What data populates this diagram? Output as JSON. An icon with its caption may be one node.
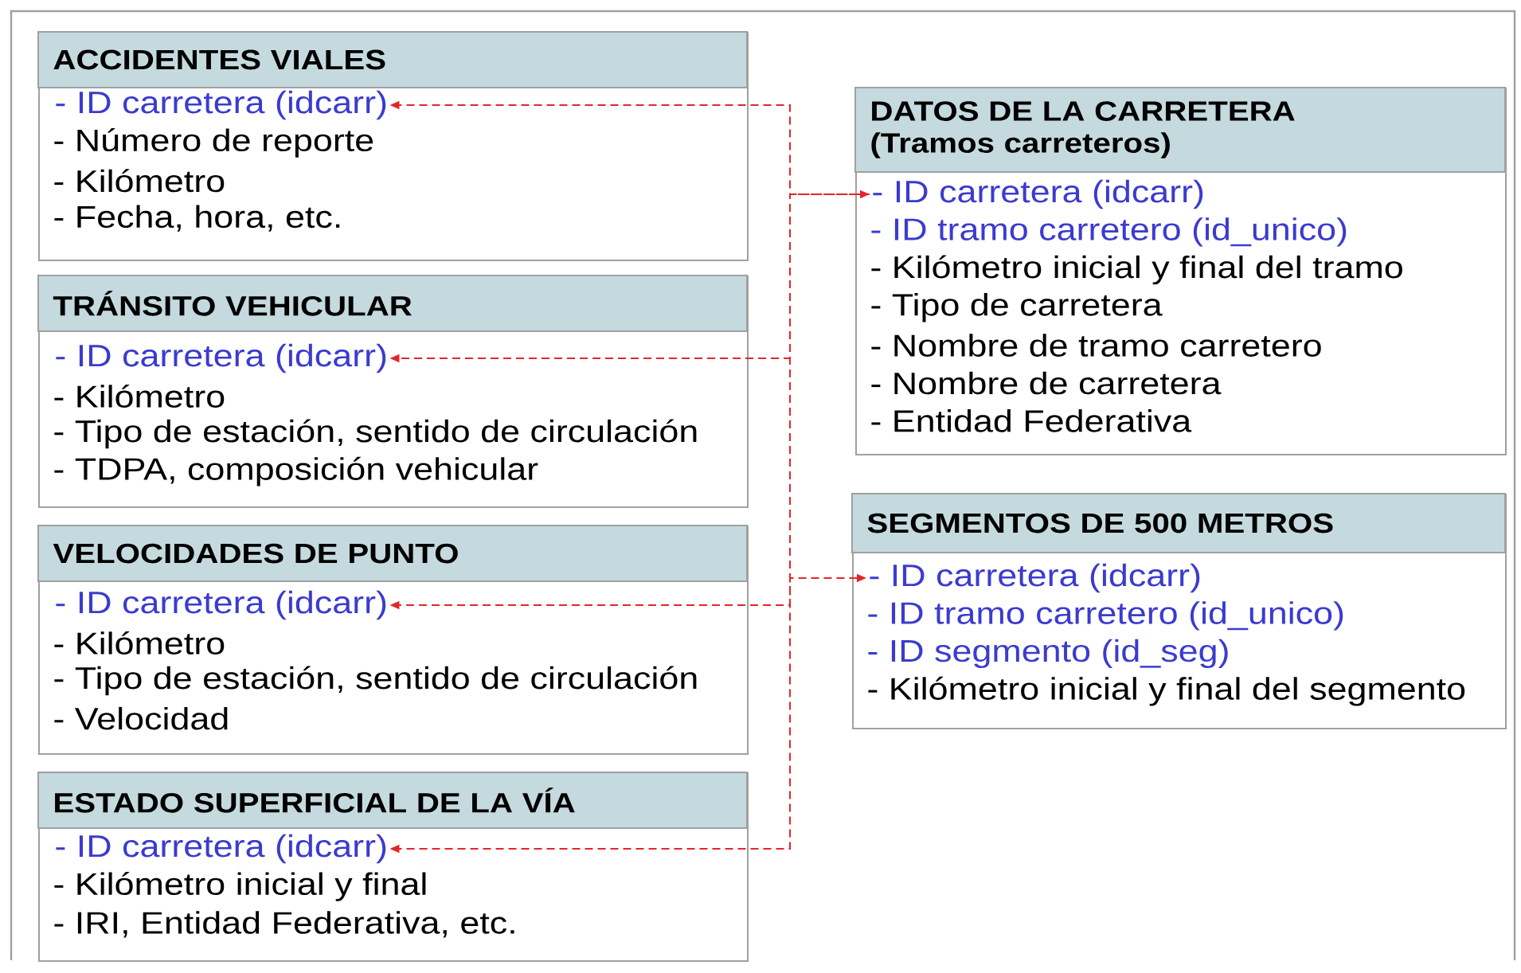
{
  "diagram": {
    "nodes": [
      {
        "text": [
          "ACCIDENTES VIALES",
          "- Número de reporte",
          "- Kilómetro",
          "- Fecha, hora, etc."
        ]
      },
      {
        "text": [
          "- ID carretera (idcarr)"
        ],
        "in": 0
      },
      {
        "text": [
          "TRÁNSITO VEHICULAR",
          "- Kilómetro",
          "- Tipo de estación, sentido de circulación",
          "- TDPA, composición vehicular"
        ]
      },
      {
        "text": [
          "- ID carretera (idcarr)"
        ],
        "in": 2
      },
      {
        "text": [
          "VELOCIDADES DE PUNTO",
          "- Kilómetro",
          "- Tipo de estación, sentido de circulación",
          "- Velocidad"
        ]
      },
      {
        "text": [
          "- ID carretera (idcarr)"
        ],
        "in": 4
      },
      {
        "text": [
          "ESTADO SUPERFICIAL DE LA VÍA",
          "- Kilómetro inicial y final",
          "- IRI, Entidad Federativa, etc."
        ]
      },
      {
        "text": [
          "- ID carretera (idcarr)"
        ],
        "in": 6
      },
      {
        "text": [
          "DATOS DE LA CARRETERA (Tramos carreteros)",
          "- ID tramo carretero (id_unico)",
          "- Kilómetro inicial y final del tramo",
          "- Tipo de carretera",
          "- Nombre de tramo carretero",
          "- Nombre de carretera",
          "- Entidad Federativa"
        ]
      },
      {
        "text": [
          "- ID carretera (idcarr)"
        ],
        "in": 8
      },
      {
        "text": [
          "SEGMENTOS DE 500 METROS",
          "- ID tramo carretero (id_unico)",
          "- ID segmento (id_seg)",
          "- Kilómetro inicial y final del segmento"
        ]
      },
      {
        "text": [
          "- ID carretera (idcarr)"
        ],
        "in": 10
      }
    ],
    "edges": [
      {
        "from": 9,
        "to": 1,
        "arrow": "both",
        "style": "dashed"
      },
      {
        "from": 9,
        "to": 3,
        "arrow": "to",
        "style": "dashed"
      },
      {
        "from": 9,
        "to": 5,
        "arrow": "to",
        "style": "dashed"
      },
      {
        "from": 11,
        "to": 7,
        "arrow": "both",
        "style": "dashed"
      }
    ]
  }
}
